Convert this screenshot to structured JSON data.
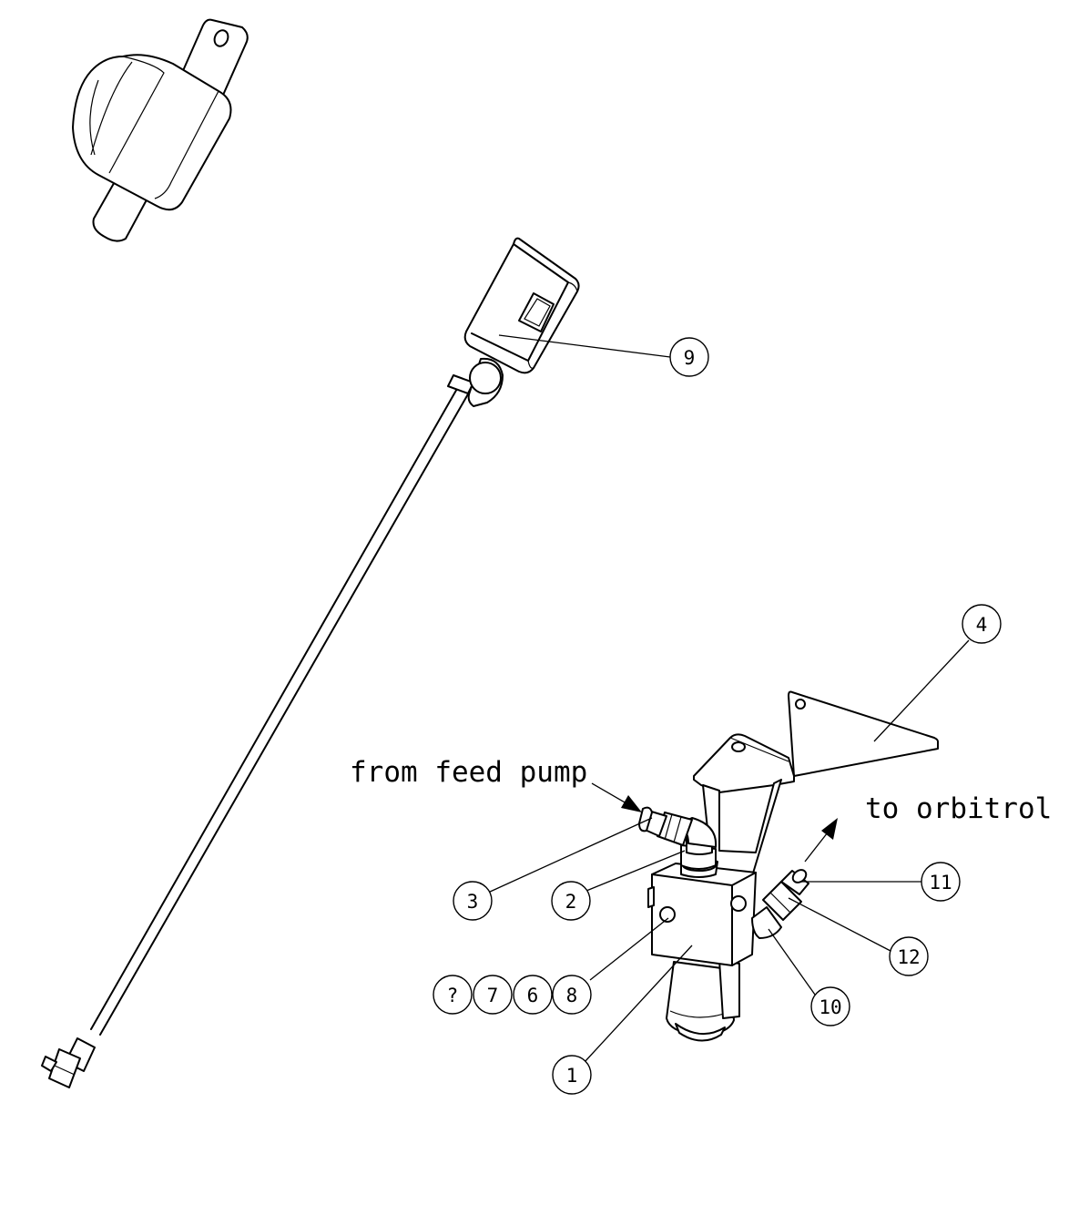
{
  "labels": {
    "from_feed_pump": "from feed pump",
    "to_orbitrol": "to orbitrol"
  },
  "balloons": {
    "b1": "1",
    "b2": "2",
    "b3": "3",
    "b4": "4",
    "b6": "6",
    "b7": "7",
    "b8": "8",
    "b9": "9",
    "b10": "10",
    "b11": "11",
    "b12": "12",
    "bq": "?"
  },
  "colors": {
    "line": "#000000",
    "background": "#ffffff"
  }
}
